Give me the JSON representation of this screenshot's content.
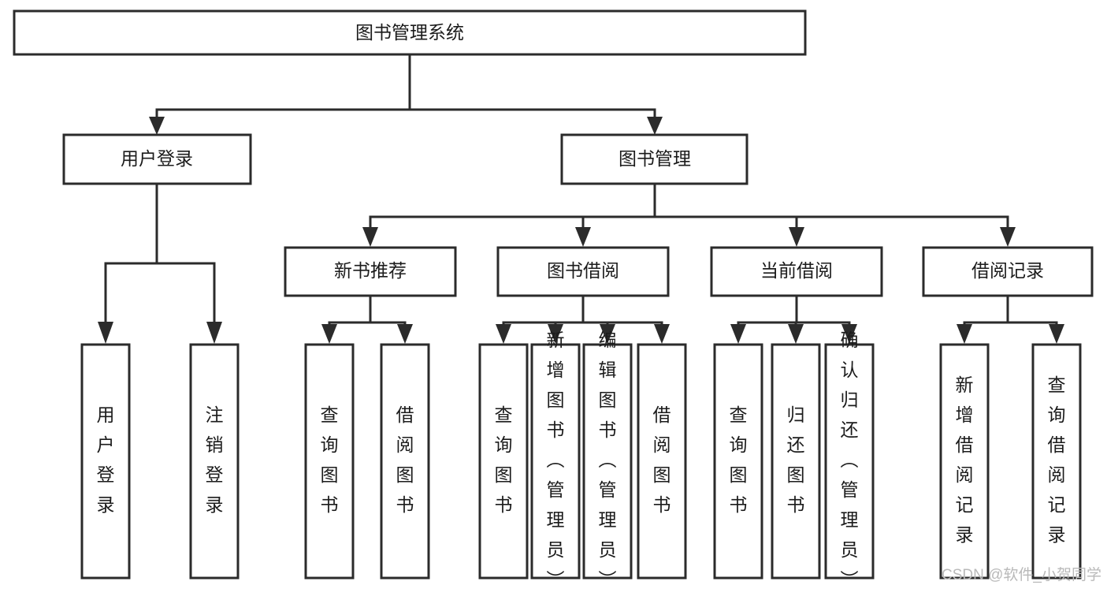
{
  "diagram": {
    "title": "图书管理系统",
    "type": "tree-hierarchy-diagram",
    "colors": {
      "box_stroke": "#2b2b2b",
      "box_fill": "#ffffff",
      "text": "#1b1b1b",
      "background": "#ffffff",
      "watermark": "#b9b9b9"
    },
    "nodes": {
      "root": {
        "label": "图书管理系统"
      },
      "level2": [
        {
          "id": "user-login",
          "label": "用户登录"
        },
        {
          "id": "book-manage",
          "label": "图书管理"
        }
      ],
      "level3": [
        {
          "id": "new-book-recommend",
          "label": "新书推荐"
        },
        {
          "id": "book-borrow",
          "label": "图书借阅"
        },
        {
          "id": "current-borrow",
          "label": "当前借阅"
        },
        {
          "id": "borrow-record",
          "label": "借阅记录"
        }
      ],
      "leaves_user_login": [
        {
          "id": "leaf-user-login",
          "label": "用户登录"
        },
        {
          "id": "leaf-logout",
          "label": "注销登录"
        }
      ],
      "leaves_new_book": [
        {
          "id": "leaf-query-book-1",
          "label": "查询图书"
        },
        {
          "id": "leaf-borrow-book-1",
          "label": "借阅图书"
        }
      ],
      "leaves_book_borrow": [
        {
          "id": "leaf-query-book-2",
          "label": "查询图书"
        },
        {
          "id": "leaf-add-book",
          "label": "新增图书（管理员）"
        },
        {
          "id": "leaf-edit-book",
          "label": "编辑图书（管理员）"
        },
        {
          "id": "leaf-borrow-book-2",
          "label": "借阅图书"
        }
      ],
      "leaves_current_borrow": [
        {
          "id": "leaf-query-book-3",
          "label": "查询图书"
        },
        {
          "id": "leaf-return-book",
          "label": "归还图书"
        },
        {
          "id": "leaf-confirm-return",
          "label": "确认归还（管理员）"
        }
      ],
      "leaves_borrow_record": [
        {
          "id": "leaf-add-record",
          "label": "新增借阅记录"
        },
        {
          "id": "leaf-query-record",
          "label": "查询借阅记录"
        }
      ]
    }
  },
  "watermark": {
    "text": "CSDN @软件_小贺同学"
  }
}
